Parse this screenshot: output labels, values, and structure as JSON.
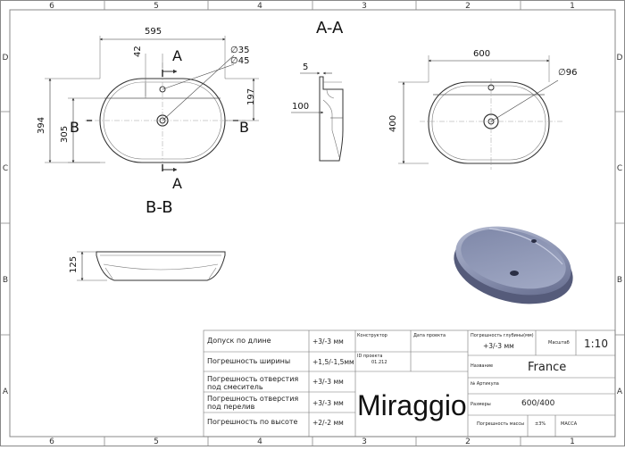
{
  "frame": {
    "col_labels": [
      "6",
      "5",
      "4",
      "3",
      "2",
      "1"
    ],
    "row_labels": [
      "D",
      "C",
      "B",
      "A"
    ]
  },
  "views": {
    "section_aa": "A-A",
    "section_bb": "B-B",
    "cut_a": "A",
    "cut_b": "B"
  },
  "dimensions": {
    "width_top": "595",
    "hole_offset": "42",
    "dia_35": "∅35",
    "dia_45": "∅45",
    "dim_197": "197",
    "dim_394": "394",
    "dim_305": "305",
    "dim_5": "5",
    "dim_100": "100",
    "width_right": "600",
    "dia_96": "∅96",
    "dim_400": "400",
    "height_125": "125"
  },
  "title_block": {
    "rows": [
      {
        "label": "Допуск по длине",
        "value": "+3/-3 мм"
      },
      {
        "label": "Погрешность ширины",
        "value": "+1,5/-1,5мм"
      },
      {
        "label": "Погрешность отверстия под смеситель",
        "value": "+3/-3 мм"
      },
      {
        "label": "Погрешность отверстия под перелив",
        "value": "+3/-3 мм"
      },
      {
        "label": "Погрешность по высоте",
        "value": "+2/-2 мм"
      }
    ],
    "constructor_label": "Конструктор",
    "date_label": "Дата проекта",
    "project_id_label": "ID проекта",
    "project_id": "01.212",
    "depth_error_label": "Погрешность глубины(мм)",
    "depth_error_value": "+3/-3 мм",
    "scale_label": "Масштаб",
    "scale_value": "1:10",
    "name_label": "Название",
    "name_value": "France",
    "article_label": "№ Артикула",
    "size_label": "Размеры",
    "size_value": "600/400",
    "mass_error_label": "Погрешность массы",
    "mass_error_value": "±3%",
    "mass_label": "МАССА",
    "brand": "Miraggio"
  }
}
